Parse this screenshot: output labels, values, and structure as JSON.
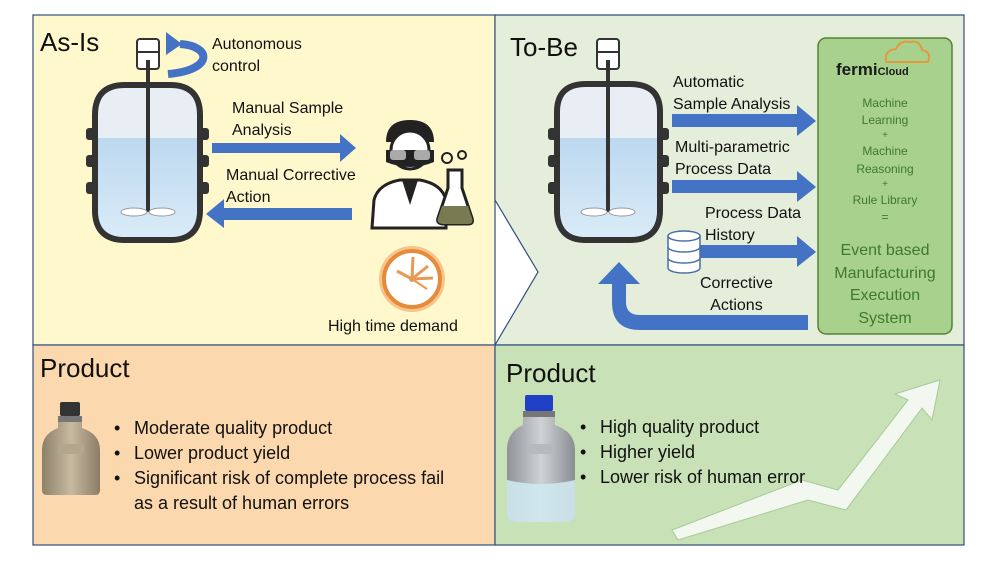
{
  "asis": {
    "title": "As-Is",
    "autonomous": [
      "Autonomous",
      "control"
    ],
    "manual_sample": [
      "Manual Sample",
      "Analysis"
    ],
    "manual_corrective": [
      "Manual Corrective",
      "Action"
    ],
    "time_demand": "High time demand",
    "product_title": "Product",
    "bullets": [
      "Moderate quality product",
      "Lower product yield",
      "Significant risk of complete process fail",
      "as a result of human errors"
    ]
  },
  "tobe": {
    "title": "To-Be",
    "auto_sample": [
      "Automatic",
      "Sample Analysis"
    ],
    "multi_param": [
      "Multi-parametric",
      "Process Data"
    ],
    "history": [
      "Process Data",
      "History"
    ],
    "corrective": [
      "Corrective",
      "Actions"
    ],
    "product_title": "Product",
    "bullets": [
      "High quality product",
      "Higher yield",
      "Lower risk of human error"
    ]
  },
  "cloud_box": {
    "logo_bold": "fermi",
    "logo_small": "Cloud",
    "lines": [
      "Machine",
      "Learning",
      "+",
      "Machine",
      "Reasoning",
      "+",
      "Rule Library",
      "="
    ],
    "event_lines": [
      "Event based",
      "Manufacturing",
      "Execution",
      "System"
    ]
  },
  "colors": {
    "asis_bg": "#fff8cc",
    "tobe_bg": "#e4eedb",
    "asis_product_bg": "#fcd8ae",
    "tobe_product_bg": "#c8e1b6",
    "cloud_box_bg": "#a9d18e",
    "arrow_blue": "#4472c4",
    "cloud_text": "#3d7a2e"
  }
}
